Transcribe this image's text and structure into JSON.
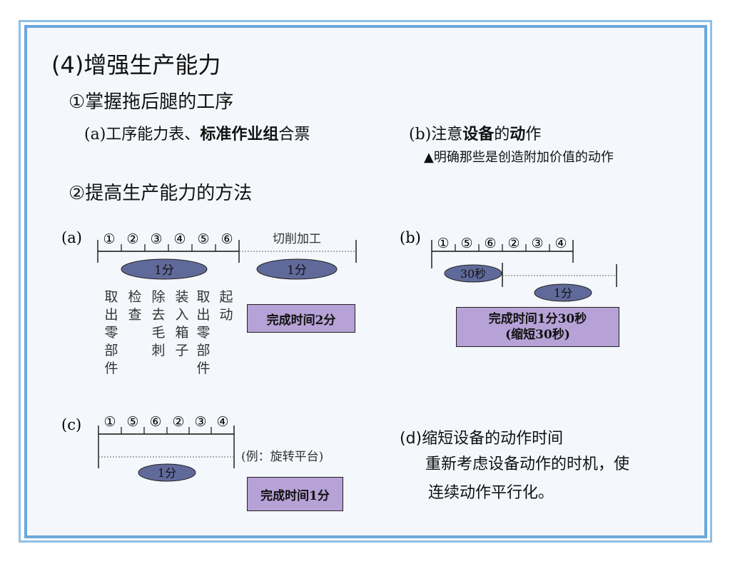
{
  "title": "(4)增强生产能力",
  "section1": {
    "heading": "①掌握拖后腿的工序",
    "a_prefix": "(a)",
    "a_text": "工序能力表、",
    "a_text_bold": "标准作业组",
    "a_text_end": "合票",
    "b_prefix": "(b)",
    "b_text": "注意",
    "b_text_bold": "设备",
    "b_text_mid": "的",
    "b_text_bold2": "动",
    "b_text_end": "作",
    "b_note": "▲明确那些是创造附加价值的动作"
  },
  "section2": {
    "heading": "②提高生产能力的方法"
  },
  "diagram_a": {
    "label": "(a)",
    "circles": [
      "①",
      "②",
      "③",
      "④",
      "⑤",
      "⑥"
    ],
    "machining_label": "切削加工",
    "ellipse1": "1分",
    "ellipse2": "1分",
    "steps": [
      "取出零部件",
      "检查",
      "除去毛刺",
      "装入箱子",
      "取出零部件",
      "起动"
    ],
    "result": "完成时间2分"
  },
  "diagram_b": {
    "label": "(b)",
    "circles": [
      "①",
      "⑤",
      "⑥",
      "②",
      "③",
      "④"
    ],
    "ellipse1": "30秒",
    "ellipse2": "1分",
    "result_line1": "完成时间1分30秒",
    "result_line2": "(缩短30秒)"
  },
  "diagram_c": {
    "label": "(c)",
    "circles": [
      "①",
      "⑤",
      "⑥",
      "②",
      "③",
      "④"
    ],
    "example": "(例：旋转平台)",
    "ellipse1": "1分",
    "result": "完成时间1分"
  },
  "section_d": {
    "heading": "(d)缩短设备的动作时间",
    "line1": "重新考虑设备动作的时机，使",
    "line2": "连续动作平行化。"
  },
  "colors": {
    "frame": "#6ba6dc",
    "ellipse_fill": "#606a9a",
    "box_fill": "#b6a2d6"
  }
}
